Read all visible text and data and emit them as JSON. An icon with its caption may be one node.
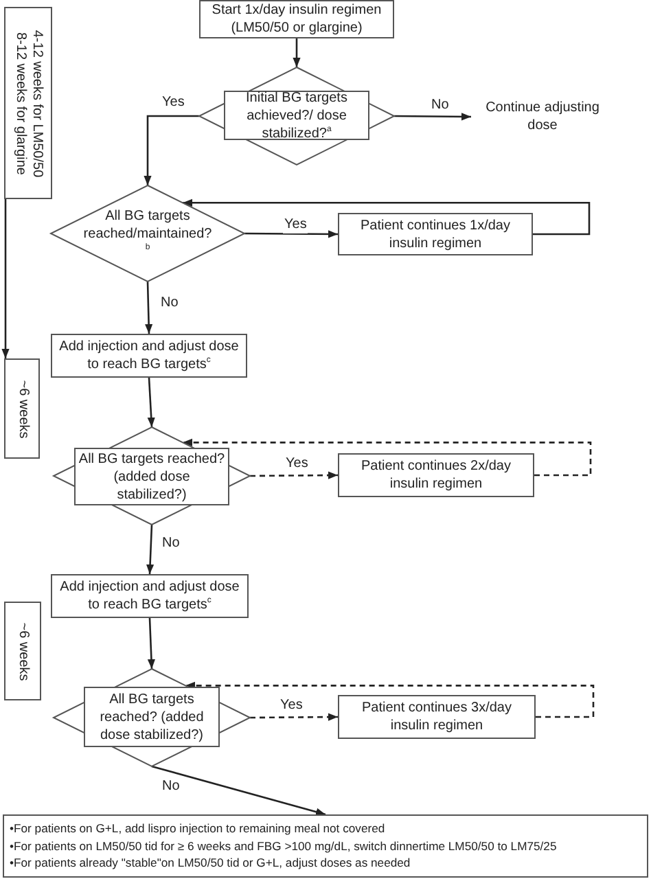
{
  "diagram": {
    "nodes": [
      {
        "text": [
          "Start 1x/day insulin regimen (LM50/50 or glargine)"
        ]
      },
      {
        "text": [
          "Initial BG targets achieved?/ dose stabilized?$^{a}$"
        ]
      },
      {
        "text": [
          "Continue adjusting dose"
        ]
      },
      {
        "text": [
          "All BG targets reached/maintained?$^{b}$"
        ]
      },
      {
        "text": [
          "Patient continues 1x/day insulin regimen"
        ]
      },
      {
        "text": [
          "Add injection and adjust dose to reach BG targets$^{c}$"
        ]
      },
      {
        "text": [
          "All BG targets reached? (added dose stabilized?)"
        ]
      },
      {
        "text": [
          "Patient continues 2x/day insulin regimen"
        ]
      },
      {
        "text": [
          "Add injection and adjust dose to reach BG targets$^{c}$"
        ]
      },
      {
        "text": [
          "All BG targets reached? (added dose stabilized?)"
        ]
      },
      {
        "text": [
          "Patient continues 3x/day insulin regimen"
        ]
      },
      {
        "text": [
          "•For patients on G+L, add lispro injection to remaining meal not covered",
          "•For patients on LM50/50 tid for ≥ 6 weeks and FBG >100 mg/dL, switch dinnertime LM50/50 to LM75/25",
          "•For patients already \"stable\"on LM50/50 tid or G+L, adjust doses as needed"
        ]
      },
      {
        "text": [
          "4-12 weeks for LM50/50",
          "8-12 weeks for glargine"
        ]
      },
      {
        "text": [
          "~6 weeks"
        ]
      },
      {
        "text": [
          "~6 weeks"
        ]
      }
    ],
    "edges": [
      {
        "from": 0,
        "to": 1,
        "arrow": "to"
      },
      {
        "from": 1,
        "to": 2,
        "arrow": "to",
        "label": "No"
      },
      {
        "from": 1,
        "to": 3,
        "arrow": "to",
        "label": "Yes"
      },
      {
        "from": 3,
        "to": 4,
        "arrow": "to",
        "label": "Yes"
      },
      {
        "from": 4,
        "to": 3,
        "arrow": "to"
      },
      {
        "from": 3,
        "to": 5,
        "arrow": "to",
        "label": "No"
      },
      {
        "from": 5,
        "to": 6,
        "arrow": "to"
      },
      {
        "from": 6,
        "to": 7,
        "arrow": "to",
        "label": "Yes",
        "style": "dashed"
      },
      {
        "from": 7,
        "to": 6,
        "arrow": "to",
        "style": "dashed"
      },
      {
        "from": 6,
        "to": 8,
        "arrow": "to",
        "label": "No"
      },
      {
        "from": 8,
        "to": 9,
        "arrow": "to"
      },
      {
        "from": 9,
        "to": 10,
        "arrow": "to",
        "label": "Yes",
        "style": "dashed"
      },
      {
        "from": 10,
        "to": 9,
        "arrow": "to",
        "style": "dashed"
      },
      {
        "from": 9,
        "to": 11,
        "arrow": "to",
        "label": "No"
      },
      {
        "from": 12,
        "to": 13,
        "arrow": "to"
      }
    ]
  }
}
